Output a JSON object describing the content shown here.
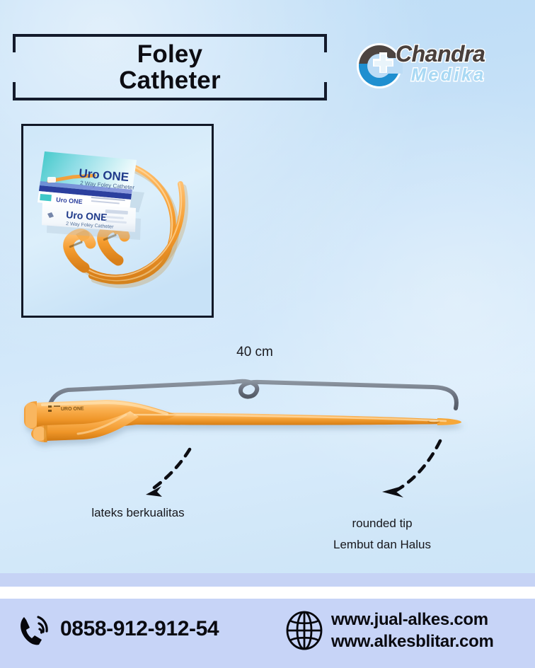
{
  "header": {
    "title_line1": "Foley",
    "title_line2": "Catheter"
  },
  "logo": {
    "brand_primary": "Chandra",
    "brand_secondary": "Medika",
    "mark_icon": "medical-cross-c-icon",
    "color_dark": "#4a403c",
    "color_blue": "#1f9ad6"
  },
  "product_photo": {
    "box_brand": "Uro ONE",
    "box_subtitle": "2 Way Foley Catheter",
    "pouch_brand": "Uro ONE",
    "pouch_subtitle": "2 Way Foley Catheter",
    "catheter_color": "#f2a03c"
  },
  "diagram": {
    "measure_label": "40 cm",
    "catheter_print": "URO ONE",
    "catheter_color": "#f2a03c",
    "tape_color": "#6b7280"
  },
  "callouts": {
    "left_label": "lateks berkualitas",
    "right_label_line1": "rounded tip",
    "right_label_line2": "Lembut dan Halus"
  },
  "footer": {
    "phone_icon": "phone-call-icon",
    "phone": "0858-912-912-54",
    "globe_icon": "globe-icon",
    "website1": "www.jual-alkes.com",
    "website2": "www.alkesblitar.com",
    "band_color": "#c7d4f7"
  }
}
